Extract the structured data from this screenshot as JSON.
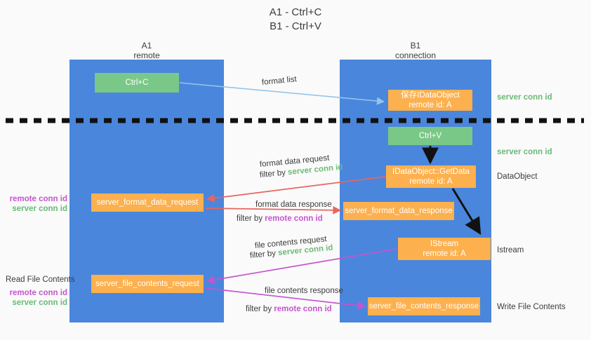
{
  "title": {
    "line1": "A1 - Ctrl+C",
    "line2": "B1 - Ctrl+V"
  },
  "lanes": [
    {
      "id": "a1",
      "name": "A1",
      "subtitle": "remote"
    },
    {
      "id": "b1",
      "name": "B1",
      "subtitle": "connection"
    }
  ],
  "nodes": {
    "ctrl_c": {
      "line1": "Ctrl+C",
      "line2": "",
      "color": "#7ac887"
    },
    "save_idata": {
      "line1": "保存IDataObject",
      "line2": "remote id: A",
      "color": "#fcb04e"
    },
    "ctrl_v": {
      "line1": "Ctrl+V",
      "line2": "",
      "color": "#7ac887"
    },
    "getdata": {
      "line1": "IDataObject::GetData",
      "line2": "remote id: A",
      "color": "#fcb04e"
    },
    "fmt_request": {
      "line1": "server_format_data_request",
      "line2": "",
      "color": "#fcb04e"
    },
    "fmt_response": {
      "line1": "server_format_data_response",
      "line2": "",
      "color": "#fcb04e"
    },
    "istream": {
      "line1": "IStream",
      "line2": "remote id: A",
      "color": "#fcb04e"
    },
    "file_request": {
      "line1": "server_file_contents_request",
      "line2": "",
      "color": "#fcb04e"
    },
    "file_response": {
      "line1": "server_file_contents_response",
      "line2": "",
      "color": "#fcb04e"
    }
  },
  "arrow_captions": {
    "format_list": "format list",
    "format_data_request": "format data request",
    "format_data_request_filter_pre": "filter by ",
    "format_data_request_filter_key": "server conn id",
    "format_data_response": "format data response",
    "format_data_response_filter_pre": "filter by ",
    "format_data_response_filter_key": "remote conn id",
    "file_contents_request": "file contents request",
    "file_contents_request_filter_pre": "filter by ",
    "file_contents_request_filter_key": "server conn id",
    "file_contents_response": "file contents response",
    "file_contents_response_filter_pre": "filter by ",
    "file_contents_response_filter_key": "remote conn id"
  },
  "side_labels": {
    "right_server_conn_1": "server conn id",
    "right_server_conn_2": "server conn id",
    "right_dataobject": "DataObject",
    "right_istream": "Istream",
    "right_write_file": "Write File Contents",
    "left_remote_conn_1": "remote conn id",
    "left_server_conn_1": "server conn id",
    "left_read_file": "Read File Contents",
    "left_remote_conn_2": "remote conn id",
    "left_server_conn_2": "server conn id"
  },
  "colors": {
    "lane_blue": "#4a86dc",
    "node_green": "#7ac887",
    "node_orange": "#fcb04e",
    "accent_green_text": "#6aba77",
    "accent_magenta_text": "#c455cf",
    "arrow_light_blue": "#93c5ea",
    "arrow_red": "#e8655e",
    "arrow_magenta": "#c455cf",
    "arrow_black": "#111111",
    "divider_black": "#111111",
    "background": "#fafafa"
  }
}
